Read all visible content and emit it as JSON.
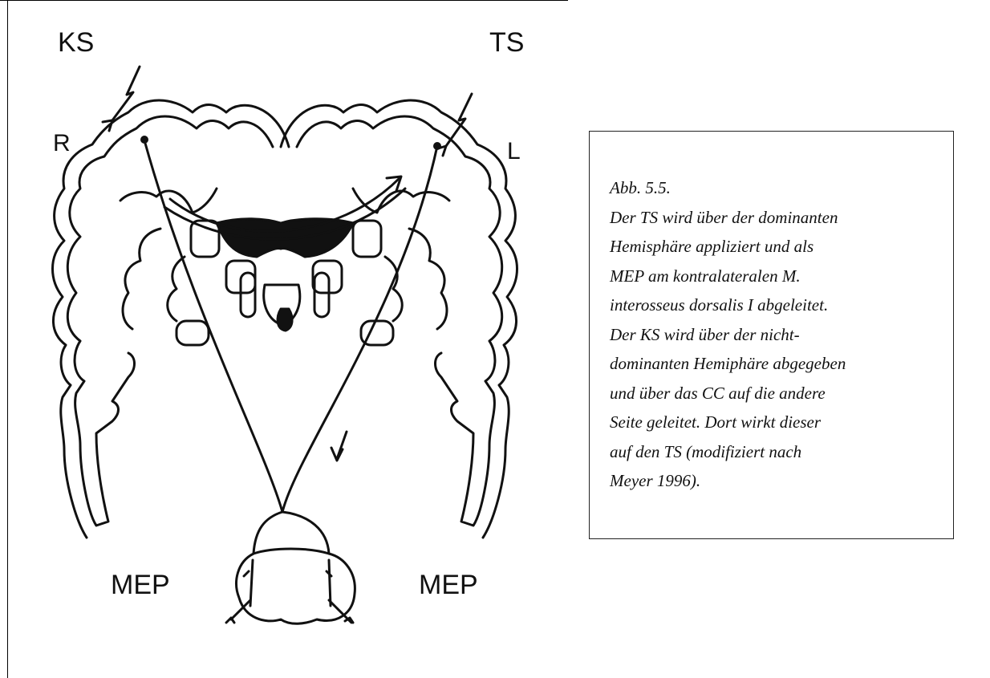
{
  "diagram": {
    "labels": {
      "ks": "KS",
      "ts": "TS",
      "right": "R",
      "left": "L",
      "mep_left": "MEP",
      "mep_right": "MEP"
    }
  },
  "caption": {
    "lines": [
      "Abb. 5.5.",
      "Der TS wird über der dominanten",
      "Hemisphäre appliziert und als",
      "MEP am kontralateralen M.",
      "interosseus dorsalis I abgeleitet.",
      "Der KS wird über der nicht-",
      "dominanten Hemiphäre abgegeben",
      "und  über das CC auf die andere",
      "Seite geleitet. Dort wirkt dieser",
      "auf den TS (modifiziert nach",
      "Meyer 1996)."
    ]
  }
}
